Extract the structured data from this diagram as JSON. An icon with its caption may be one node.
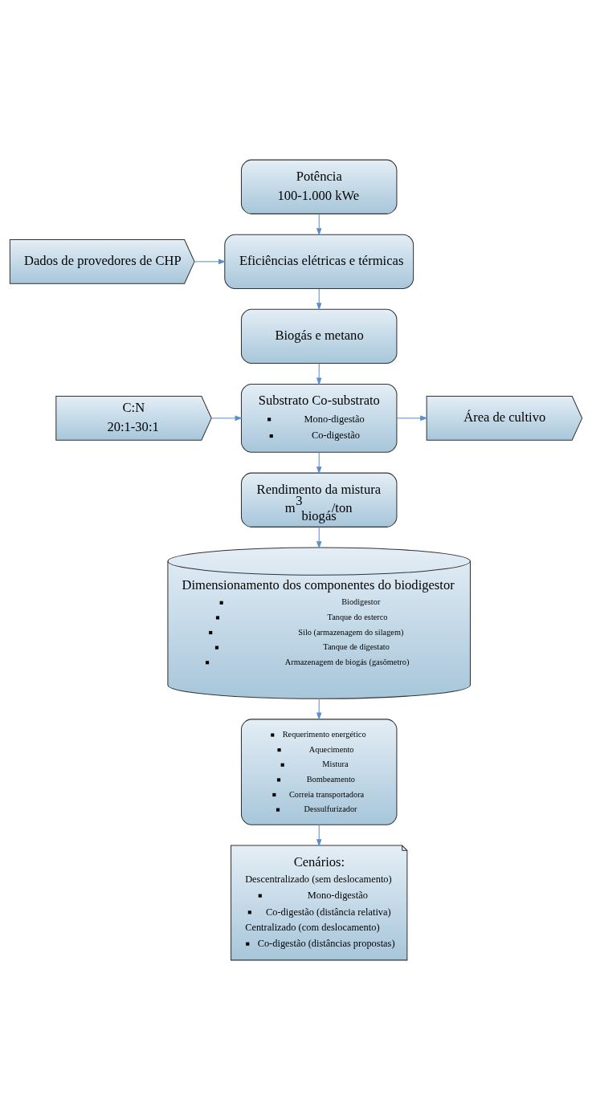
{
  "diagram": {
    "nodes": [
      {
        "text": [
          "Potência",
          "100-1.000 kWe"
        ]
      },
      {
        "text": [
          "Dados de provedores de CHP"
        ]
      },
      {
        "text": [
          "Eficiências elétricas e térmicas"
        ]
      },
      {
        "text": [
          "Biogás e metano"
        ]
      },
      {
        "text": [
          "C:N",
          "20:1-30:1"
        ]
      },
      {
        "text": [
          "Substrato Co-substrato",
          "Mono-digestão",
          "Co-digestão"
        ]
      },
      {
        "text": [
          "Área de cultivo"
        ]
      },
      {
        "text": [
          "Rendimento da mistura",
          "m$^{3}$$_{biogás}$/ton"
        ]
      },
      {
        "text": [
          "Dimensionamento dos componentes do biodigestor",
          "Biodigestor",
          "Tanque do esterco",
          "Silo (armazenagem do silagem)",
          "Tanque de digestato",
          "Armazenagem de biogás (gasômetro)"
        ]
      },
      {
        "text": [
          "Requerimento energético",
          "Aquecimento",
          "Mistura",
          "Bombeamento",
          "Correia transportadora",
          "Dessulfurizador"
        ]
      },
      {
        "text": [
          "Cenários:",
          "Descentralizado (sem deslocamento)",
          "Mono-digestão",
          "Co-digestão (distância relativa)",
          "Centralizado (com deslocamento)",
          "Co-digestão (distâncias propostas)"
        ]
      }
    ],
    "edges": [
      {
        "from": 0,
        "to": 2,
        "arrow": "to"
      },
      {
        "from": 1,
        "to": 2,
        "arrow": "to"
      },
      {
        "from": 2,
        "to": 3,
        "arrow": "to"
      },
      {
        "from": 3,
        "to": 5,
        "arrow": "to"
      },
      {
        "from": 4,
        "to": 5,
        "arrow": "to"
      },
      {
        "from": 5,
        "to": 6,
        "arrow": "to"
      },
      {
        "from": 5,
        "to": 7,
        "arrow": "to"
      },
      {
        "from": 7,
        "to": 8,
        "arrow": "to"
      },
      {
        "from": 8,
        "to": 9,
        "arrow": "to"
      },
      {
        "from": 9,
        "to": 10,
        "arrow": "to"
      }
    ]
  }
}
